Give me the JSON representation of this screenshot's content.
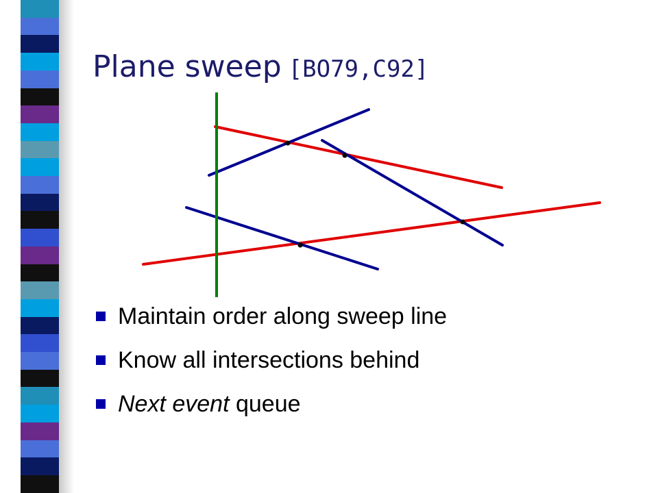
{
  "slide": {
    "title": "Plane sweep",
    "title_ref": "[BO79,C92]"
  },
  "bullets": [
    {
      "italic": "",
      "text": "Maintain order along sweep line"
    },
    {
      "italic": "",
      "text": "Know all intersections behind"
    },
    {
      "italic": "Next event",
      "text": " queue"
    }
  ],
  "colors": {
    "sweep_line": "#008000",
    "red_segments": "#e00000",
    "blue_segments": "#000090",
    "bullet_marker": "#0000a8",
    "title": "#1c1c6a"
  },
  "stripe_colors": [
    "#1f8fb8",
    "#4a6fd8",
    "#0a1a60",
    "#00a0e0",
    "#4a6fd8",
    "#101010",
    "#6a2a8a",
    "#00a0e0",
    "#5a9ab0",
    "#00a0e0",
    "#4a6fd8",
    "#0a1a60",
    "#101010",
    "#3050d0",
    "#6a2a8a",
    "#101010",
    "#5a9ab0",
    "#00a0e0",
    "#0a1a60",
    "#3050d0",
    "#4a6fd8",
    "#101010",
    "#1f8fb8",
    "#00a0e0",
    "#6a2a8a",
    "#4a6fd8",
    "#0a1a60",
    "#101010"
  ]
}
